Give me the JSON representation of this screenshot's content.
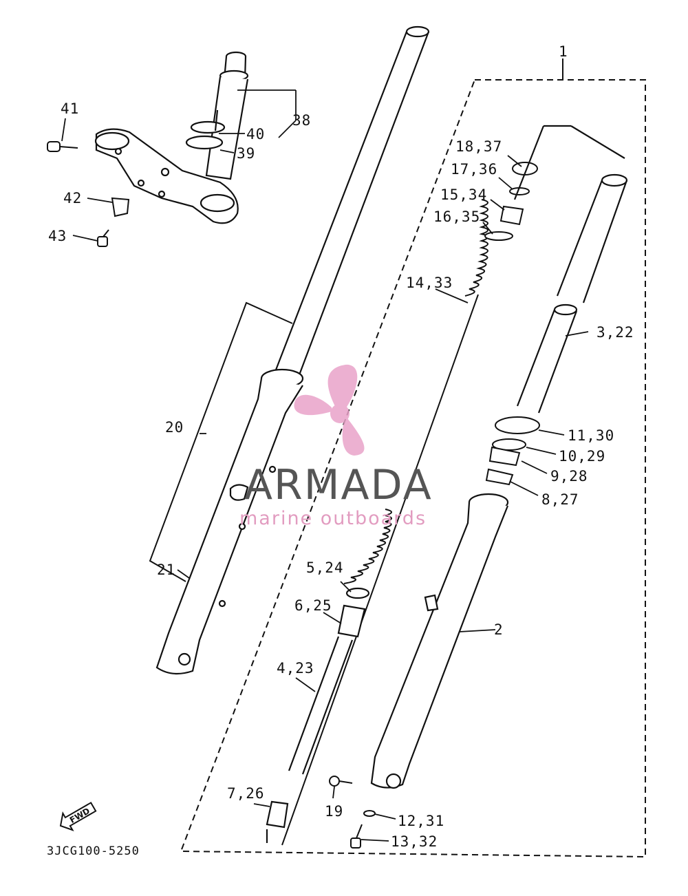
{
  "diagram": {
    "code": "3JCG100-5250",
    "fwd": "FWD",
    "labels": {
      "p1": "1",
      "p2": "2",
      "p3_22": "3,22",
      "p4_23": "4,23",
      "p5_24": "5,24",
      "p6_25": "6,25",
      "p7_26": "7,26",
      "p8_27": "8,27",
      "p9_28": "9,28",
      "p10_29": "10,29",
      "p11_30": "11,30",
      "p12_31": "12,31",
      "p13_32": "13,32",
      "p14_33": "14,33",
      "p15_34": "15,34",
      "p16_35": "16,35",
      "p17_36": "17,36",
      "p18_37": "18,37",
      "p19": "19",
      "p20": "20",
      "p21": "21",
      "p38": "38",
      "p39": "39",
      "p40": "40",
      "p41": "41",
      "p42": "42",
      "p43": "43"
    }
  },
  "watermark": {
    "title": "ARMADA",
    "subtitle": "marine outboards",
    "logo_color": "#e9a3c9",
    "text_color": "#555555"
  }
}
